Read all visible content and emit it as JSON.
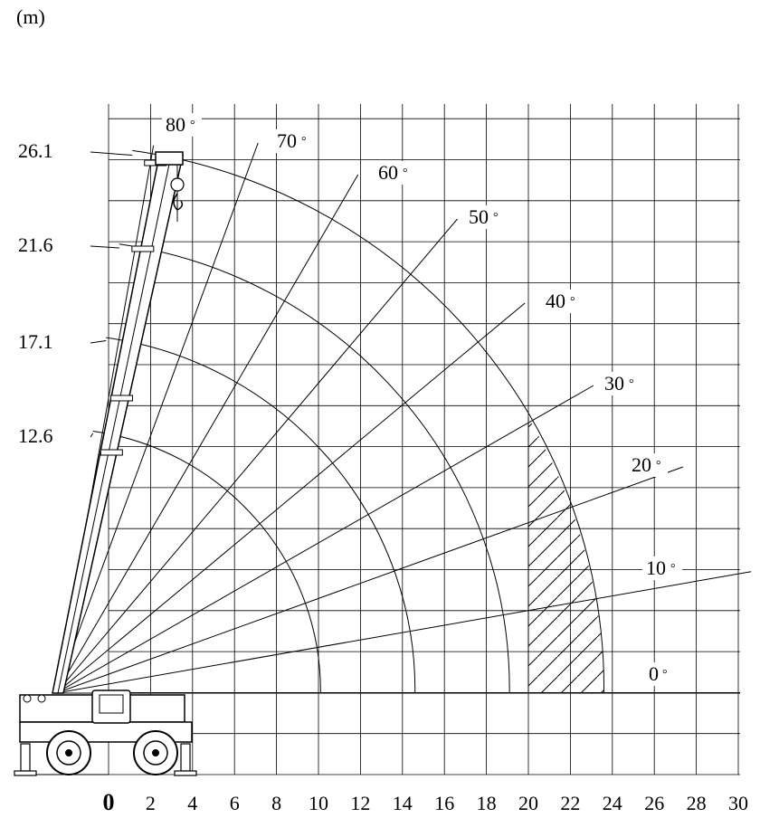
{
  "unit_label": "(m)",
  "diagram": {
    "boom_lengths": [
      "26.1",
      "21.6",
      "17.1",
      "12.6"
    ],
    "angles": [
      "80",
      "70",
      "60",
      "50",
      "40",
      "30",
      "20",
      "10",
      "0"
    ],
    "angle_symbol": "°",
    "x_ticks": [
      "0",
      "2",
      "4",
      "6",
      "8",
      "10",
      "12",
      "14",
      "16",
      "18",
      "20",
      "22",
      "24",
      "26",
      "28",
      "30"
    ],
    "x_range": [
      0,
      30
    ],
    "hatched_zone_m": [
      20,
      24
    ]
  }
}
